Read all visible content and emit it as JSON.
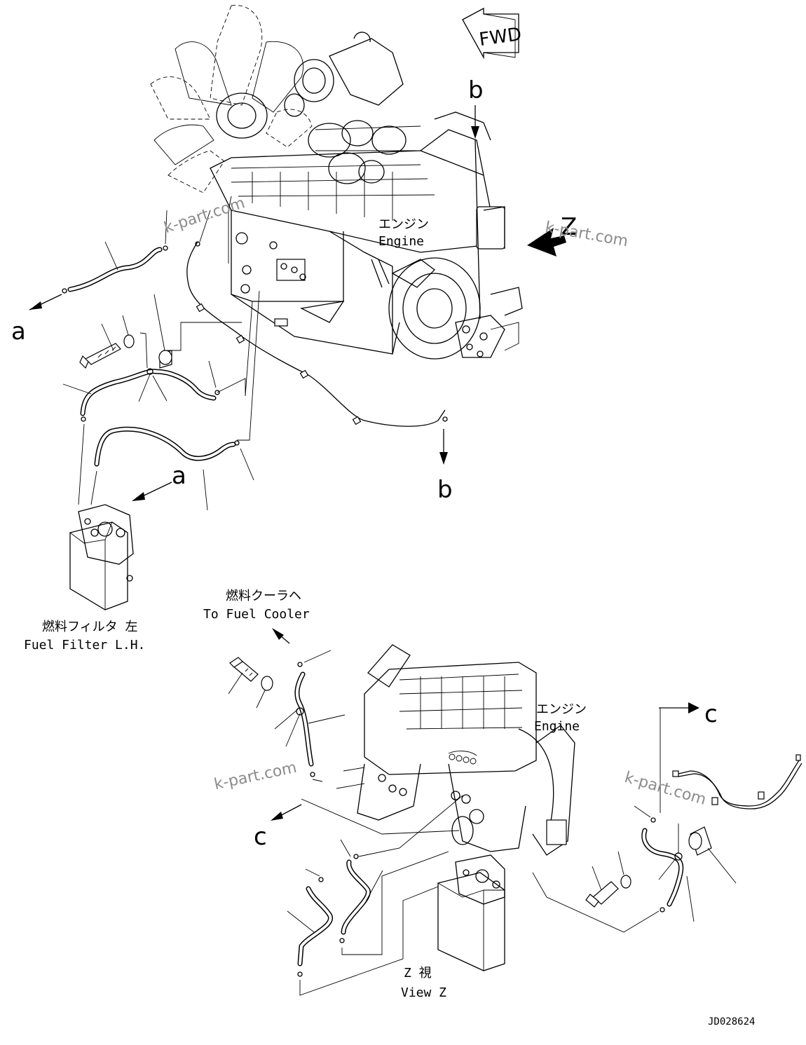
{
  "watermark": "k-part.com",
  "direction_marker": "FWD",
  "labels": {
    "engine_top_jp": "エンジン",
    "engine_top_en": "Engine",
    "engine_bottom_jp": "エンジン",
    "engine_bottom_en": "Engine",
    "fuel_filter_jp": "燃料フィルタ 左",
    "fuel_filter_en": "Fuel Filter L.H.",
    "fuel_cooler_jp": "燃料クーラヘ",
    "fuel_cooler_en": "To Fuel Cooler",
    "view_z_jp": "Z 視",
    "view_z_en": "View Z"
  },
  "ref_letters": {
    "a_left": "a",
    "a_filter": "a",
    "b_top": "b",
    "b_bottom": "b",
    "z": "Z",
    "c_right": "c",
    "c_left": "c"
  },
  "drawing_number": "JD028624"
}
